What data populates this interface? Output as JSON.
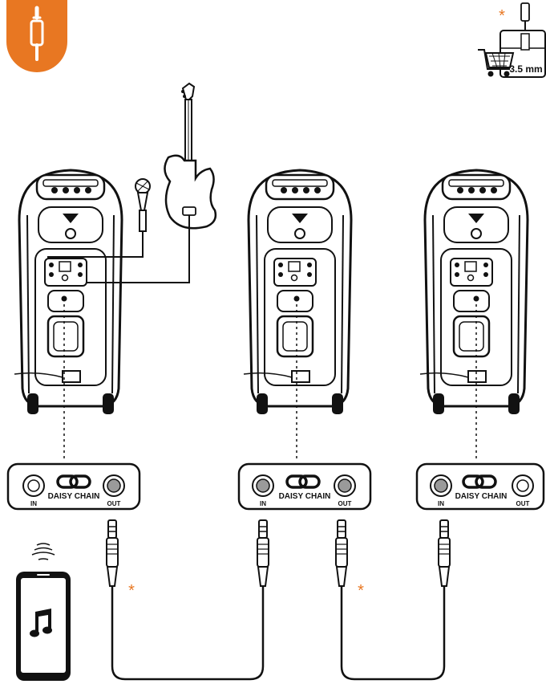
{
  "colors": {
    "accent": "#E87722",
    "ink": "#111111",
    "jack_fill": "#9a9a9a"
  },
  "icons": {
    "top_left": "audio-jack-badge-icon",
    "top_right": "shopping-cart-cable-icon",
    "phone": "music-note-icon",
    "wireless": "wifi-waves-icon"
  },
  "cart_icon": {
    "asterisk": "*",
    "size_label": "3.5 mm"
  },
  "panels": [
    {
      "title": "DAISY CHAIN",
      "in_label": "IN",
      "out_label": "OUT",
      "in_active": false,
      "out_active": true
    },
    {
      "title": "DAISY CHAIN",
      "in_label": "IN",
      "out_label": "OUT",
      "in_active": true,
      "out_active": true
    },
    {
      "title": "DAISY CHAIN",
      "in_label": "IN",
      "out_label": "OUT",
      "in_active": true,
      "out_active": false
    }
  ],
  "cable_marks": [
    "*",
    "*"
  ]
}
